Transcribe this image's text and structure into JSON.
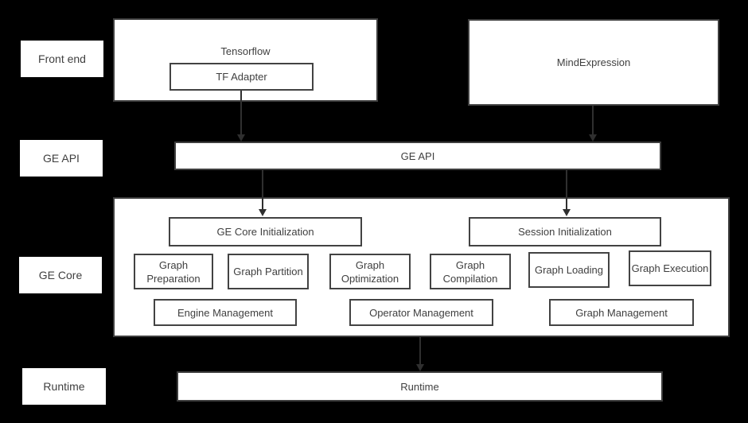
{
  "colors": {
    "background": "#000000",
    "box_fill": "#ffffff",
    "box_border": "#434343",
    "text": "#3f3f3f",
    "arrow": "#2f2f2f"
  },
  "side_labels": [
    {
      "label": "Front end"
    },
    {
      "label": "GE API"
    },
    {
      "label": "GE Core"
    },
    {
      "label": "Runtime"
    }
  ],
  "front_end": {
    "tensorflow_title": "Tensorflow",
    "tf_adapter_label": "TF Adapter",
    "mindexpression_label": "MindExpression"
  },
  "ge_api": {
    "label": "GE API"
  },
  "ge_core": {
    "initialization_boxes": [
      {
        "label": "GE Core Initialization"
      },
      {
        "label": "Session Initialization"
      }
    ],
    "function_boxes": [
      {
        "label": "Graph Preparation"
      },
      {
        "label": "Graph Partition"
      },
      {
        "label": "Graph Optimization"
      },
      {
        "label": "Graph Compilation"
      },
      {
        "label": "Graph Loading"
      },
      {
        "label": "Graph Execution"
      }
    ],
    "management_boxes": [
      {
        "label": "Engine Management"
      },
      {
        "label": "Operator Management"
      },
      {
        "label": "Graph Management"
      }
    ]
  },
  "runtime": {
    "label": "Runtime"
  }
}
